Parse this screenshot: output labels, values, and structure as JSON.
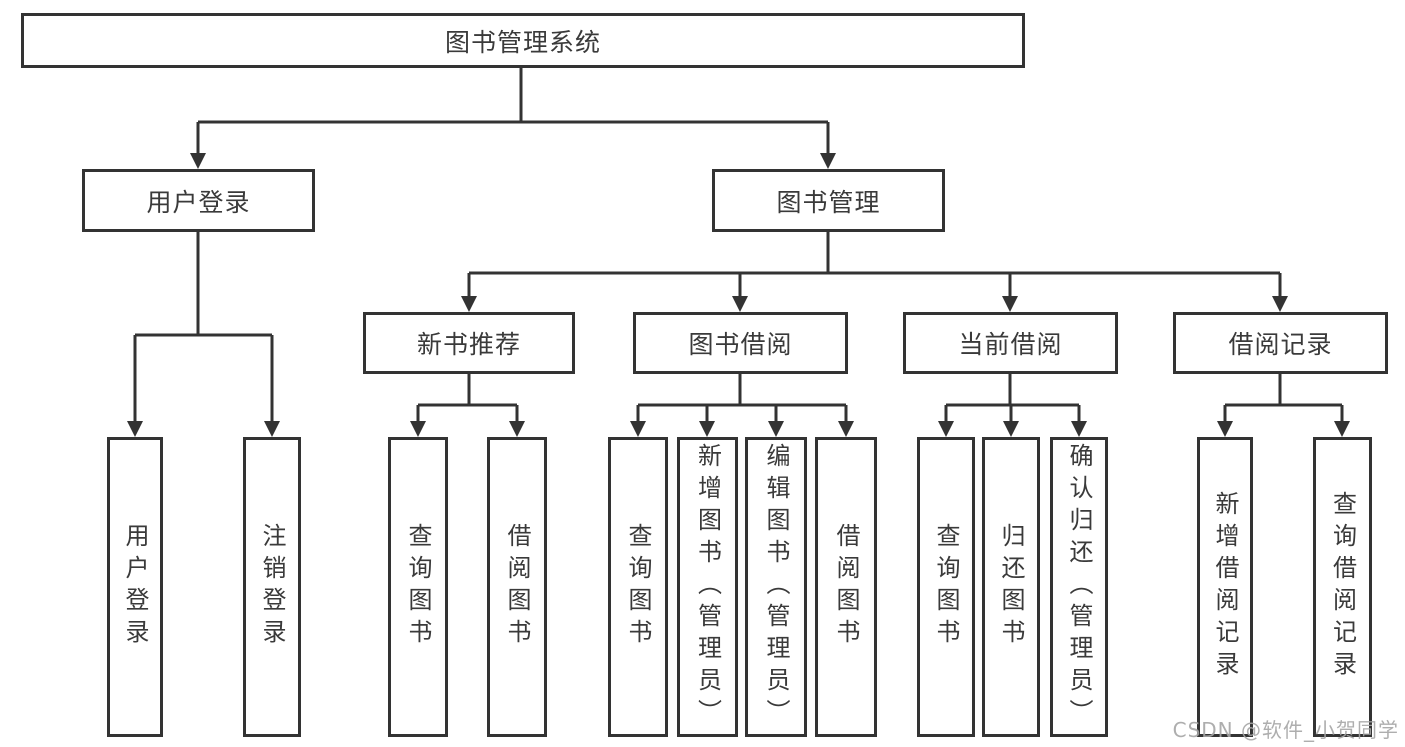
{
  "diagram": {
    "title": "图书管理系统",
    "branches": [
      {
        "label": "用户登录",
        "children": [
          {
            "label": "用户登录"
          },
          {
            "label": "注销登录"
          }
        ]
      },
      {
        "label": "图书管理",
        "children": [
          {
            "label": "新书推荐",
            "children": [
              {
                "label": "查询图书"
              },
              {
                "label": "借阅图书"
              }
            ]
          },
          {
            "label": "图书借阅",
            "children": [
              {
                "label": "查询图书"
              },
              {
                "label": "新增图书（管理员）"
              },
              {
                "label": "编辑图书（管理员）"
              },
              {
                "label": "借阅图书"
              }
            ]
          },
          {
            "label": "当前借阅",
            "children": [
              {
                "label": "查询图书"
              },
              {
                "label": "归还图书"
              },
              {
                "label": "确认归还（管理员）"
              }
            ]
          },
          {
            "label": "借阅记录",
            "children": [
              {
                "label": "新增借阅记录"
              },
              {
                "label": "查询借阅记录"
              }
            ]
          }
        ]
      }
    ]
  },
  "watermark": {
    "text": "CSDN @软件_小贺同学",
    "color": "#a5a5a5"
  },
  "style": {
    "line_color": "#333333",
    "border_color": "#333333",
    "text_color": "#3a3a3a",
    "background": "#ffffff"
  }
}
